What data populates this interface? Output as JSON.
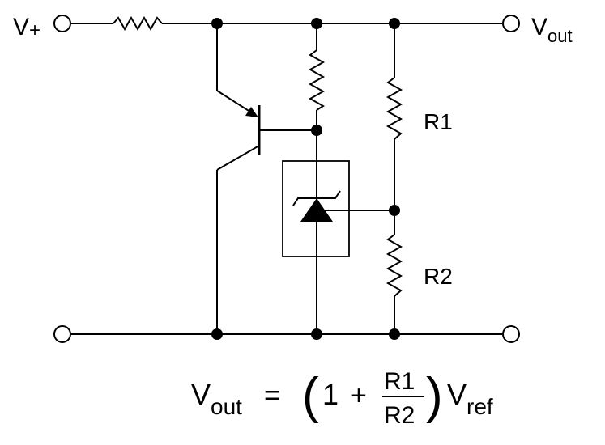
{
  "labels": {
    "vplus_main": "V",
    "vplus_sub": "+",
    "vout_main": "V",
    "vout_sub": "out",
    "r1": "R1",
    "r2": "R2"
  },
  "formula": {
    "lhs_main": "V",
    "lhs_sub": "out",
    "equals": "=",
    "open_paren": "(",
    "one": "1",
    "plus": "+",
    "numerator": "R1",
    "denominator": "R2",
    "close_paren": ")",
    "rhs_main": "V",
    "rhs_sub": "ref"
  },
  "components": {
    "input_terminal": "terminal",
    "output_terminal": "terminal",
    "series_resistor": "resistor",
    "bias_resistor": "resistor",
    "divider_top_resistor": "resistor",
    "divider_bottom_resistor": "resistor",
    "pass_transistor": "pnp-transistor",
    "shunt_reference": "shunt-regulator",
    "ground_rail": "common-return"
  }
}
